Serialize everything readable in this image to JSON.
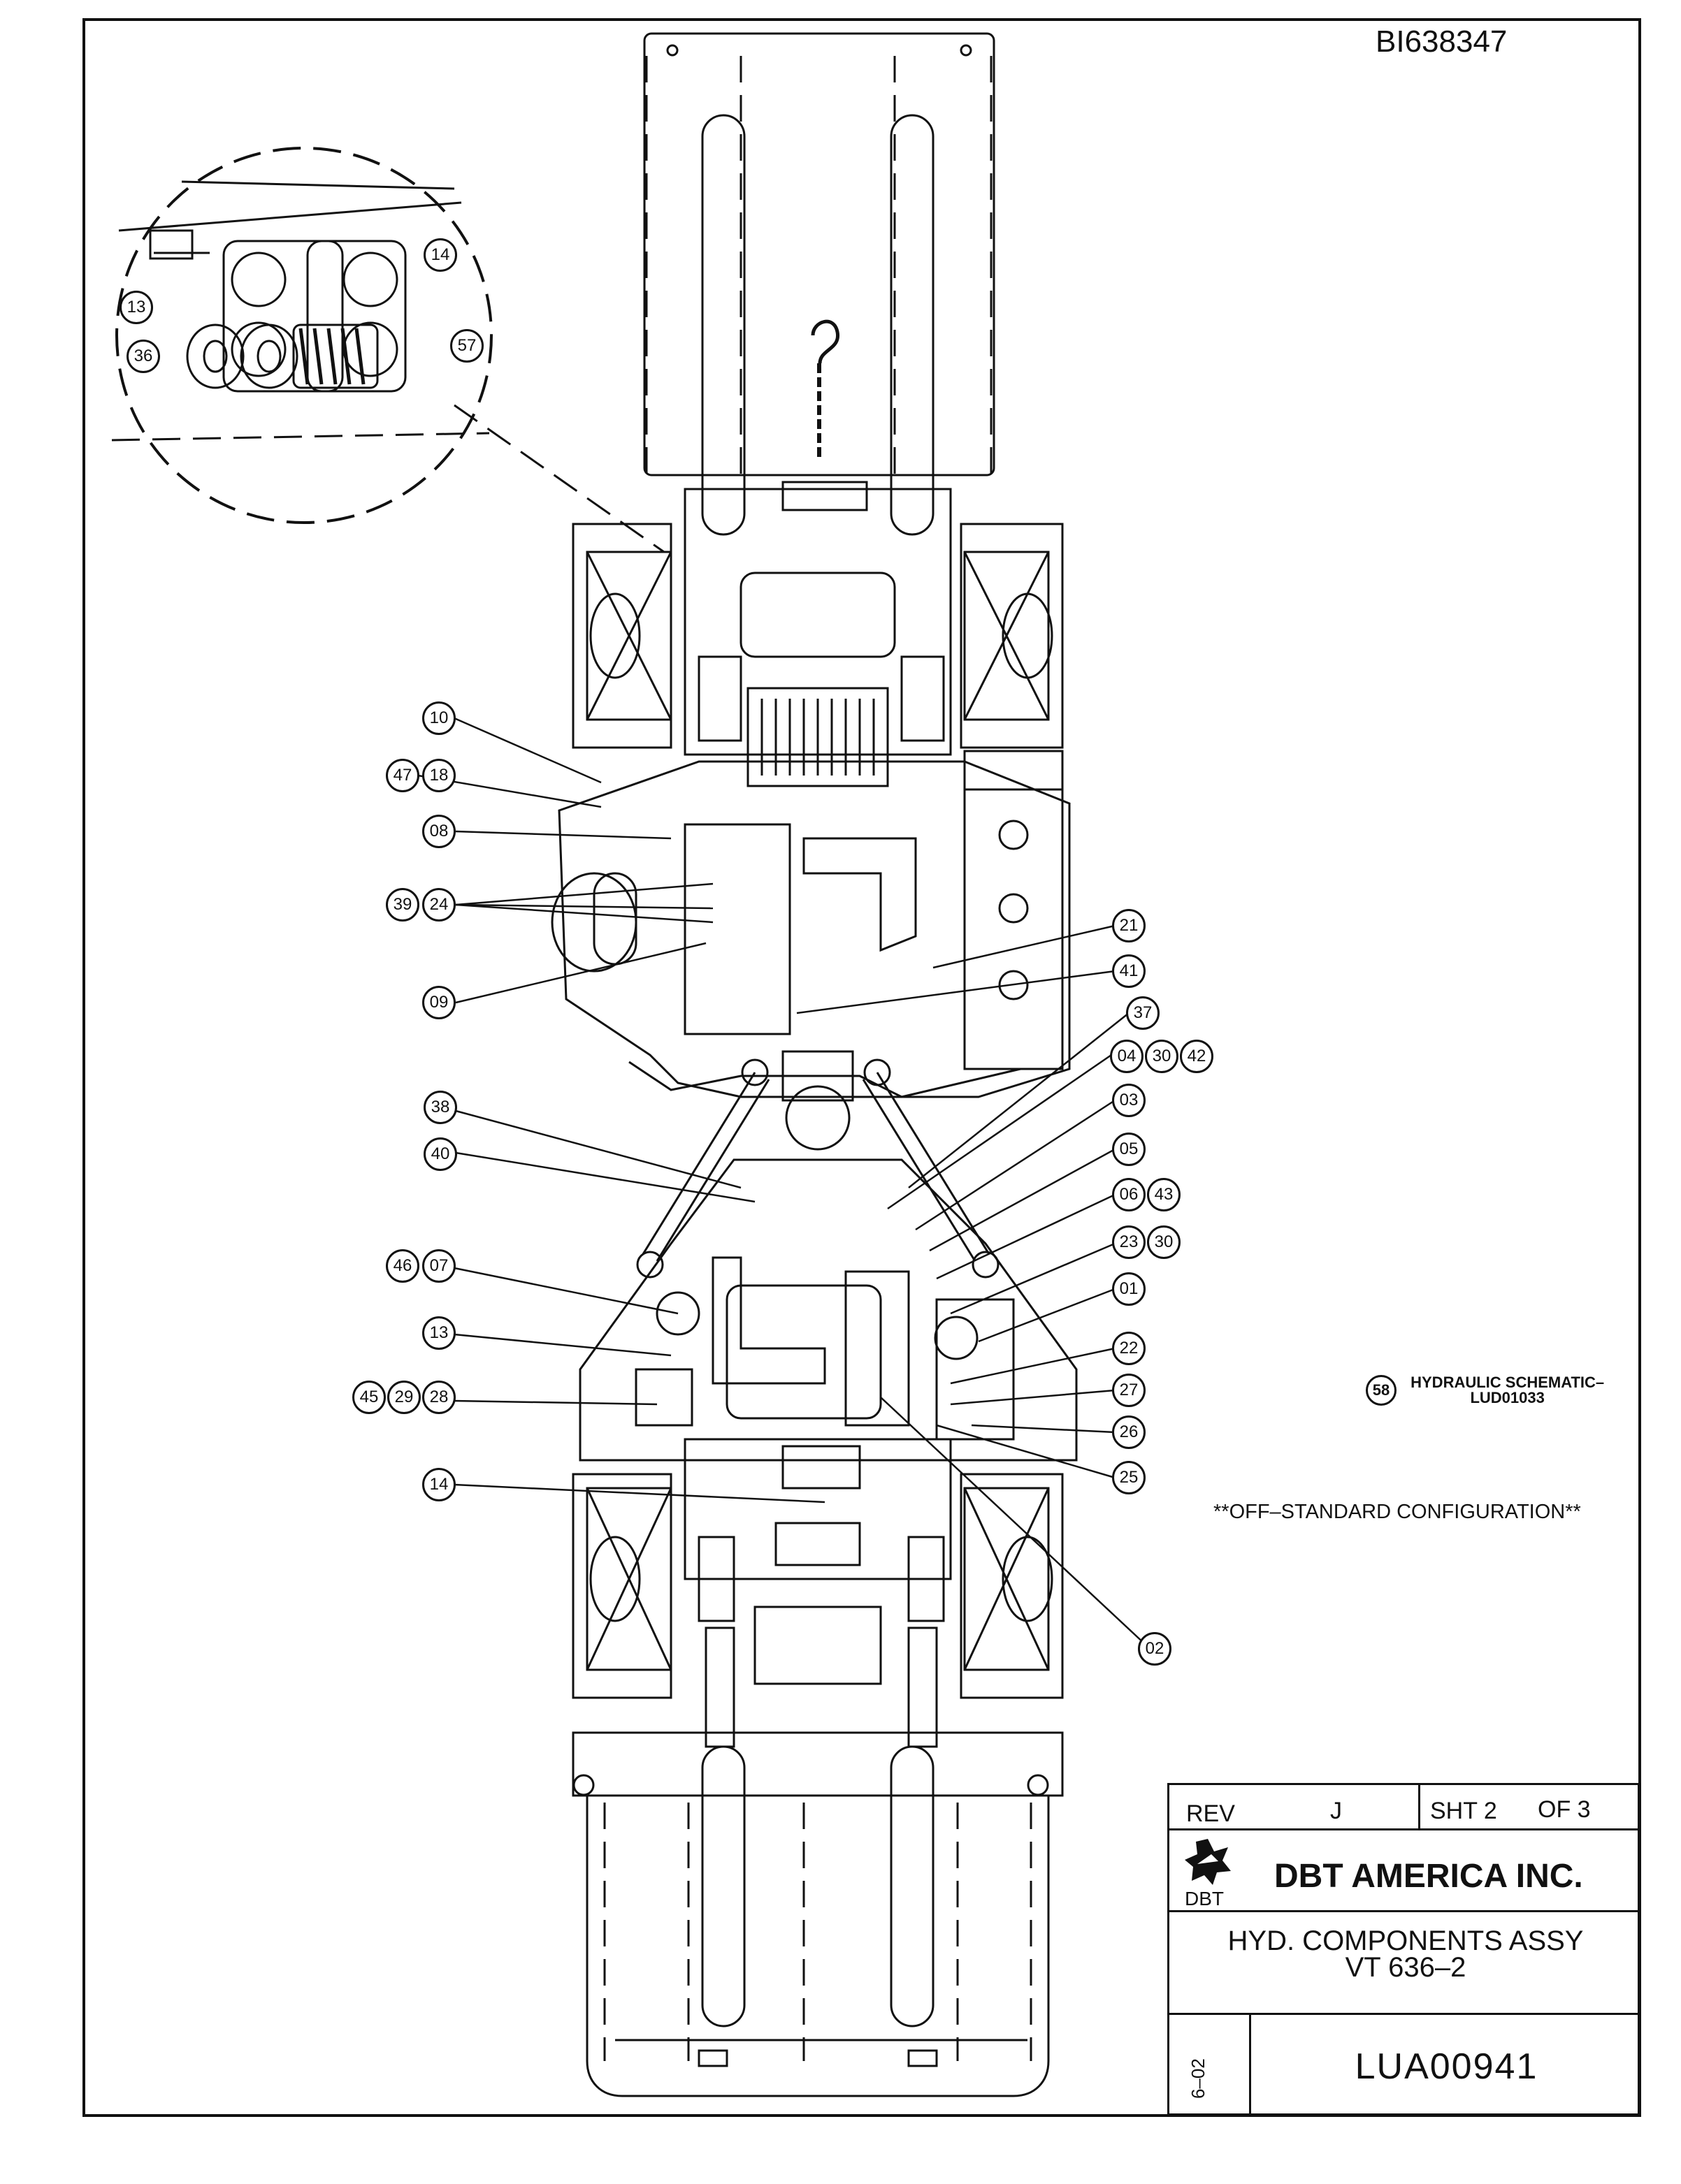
{
  "drawing": {
    "doc_id": "BI638347",
    "hydraulic_schematic_ref": "58",
    "hydraulic_schematic_note_line1": "HYDRAULIC SCHEMATIC–",
    "hydraulic_schematic_note_line2": "LUD01033",
    "off_standard_note": "**OFF–STANDARD CONFIGURATION**"
  },
  "detail_callouts": [
    "13",
    "14",
    "36",
    "57"
  ],
  "callouts": [
    "10",
    "47",
    "18",
    "08",
    "39",
    "24",
    "09",
    "21",
    "41",
    "37",
    "04",
    "30",
    "42",
    "03",
    "38",
    "40",
    "05",
    "06",
    "43",
    "23",
    "30",
    "46",
    "07",
    "01",
    "13",
    "22",
    "45",
    "29",
    "28",
    "27",
    "26",
    "25",
    "14",
    "02"
  ],
  "title_block": {
    "rev_label": "REV",
    "rev_value": "J",
    "sheet_label": "SHT 2",
    "sheet_of": "OF 3",
    "company_name": "DBT AMERICA INC.",
    "company_abbr": "DBT",
    "assembly_title_line1": "HYD. COMPONENTS ASSY",
    "assembly_title_line2": "VT 636–2",
    "date_code": "6–02",
    "drawing_number": "LUA00941"
  }
}
